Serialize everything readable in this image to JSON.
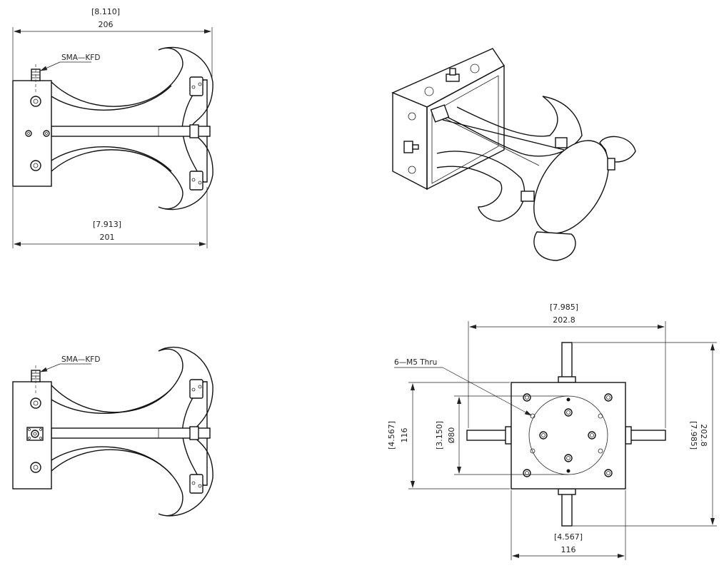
{
  "views": {
    "side_top": {
      "connector_label": "SMA—KFD",
      "overall_length_in": "[8.110]",
      "overall_length_mm": "206",
      "body_length_in": "[7.913]",
      "body_length_mm": "201"
    },
    "side_bottom": {
      "connector_label": "SMA—KFD"
    },
    "front": {
      "hole_label": "6—M5 Thru",
      "span_h_in": "[7.985]",
      "span_h_mm": "202.8",
      "span_v_in": "[7.985]",
      "span_v_mm": "202.8",
      "plate_h_in": "[4.567]",
      "plate_h_mm": "116",
      "plate_v_in": "[4.567]",
      "plate_v_mm": "116",
      "bore_in": "[3.150]",
      "bore_mm": "Ø80"
    }
  }
}
